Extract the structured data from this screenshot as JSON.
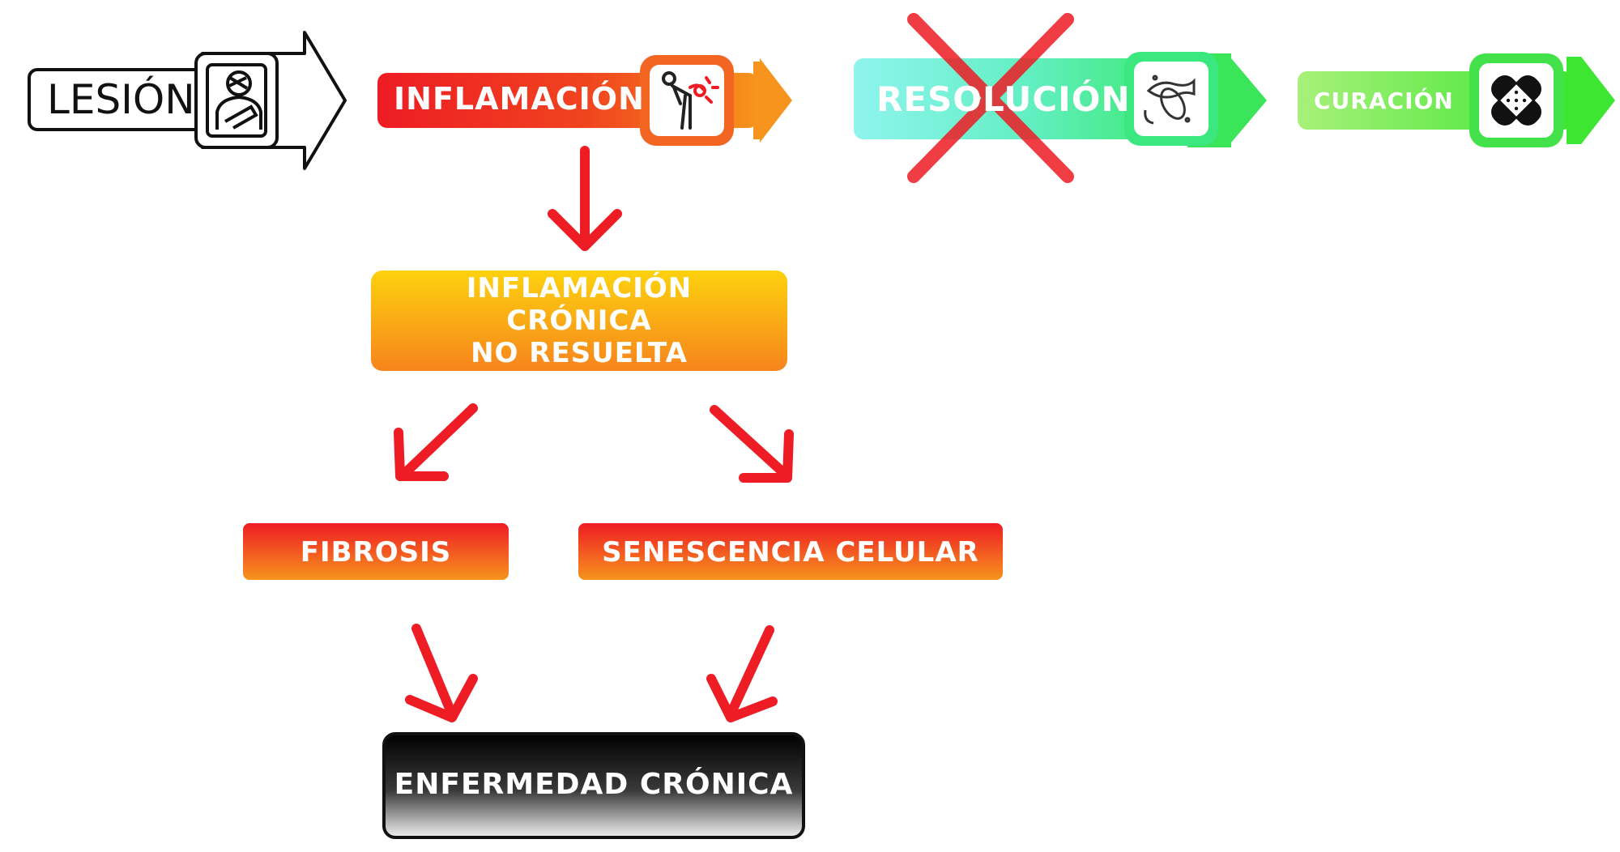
{
  "stages": {
    "lesion": {
      "label": "LESIÓN"
    },
    "inflamacion": {
      "label": "INFLAMACIÓN"
    },
    "resolucion": {
      "label": "RESOLUCIÓN"
    },
    "curacion": {
      "label": "CURACIÓN"
    }
  },
  "chronic_inflammation": {
    "line1": "INFLAMACIÓN",
    "line2": "CRÓNICA",
    "line3": "NO RESUELTA"
  },
  "fibrosis": {
    "label": "FIBROSIS"
  },
  "senescence": {
    "label": "SENESCENCIA CELULAR"
  },
  "disease": {
    "label": "ENFERMEDAD CRÓNICA"
  },
  "colors": {
    "red": "#ee1c24",
    "orange": "#f7931e",
    "cyan": "#7cf7e8",
    "green": "#3ce55a",
    "black": "#000000"
  }
}
